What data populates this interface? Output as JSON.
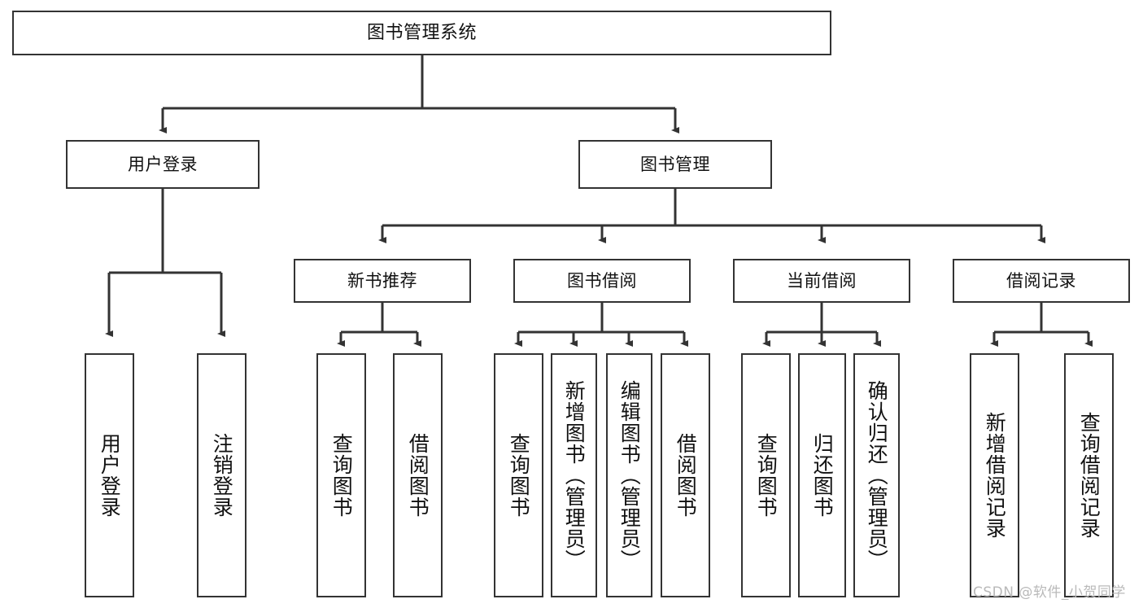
{
  "diagram": {
    "title": "图书管理系统",
    "type": "tree-hierarchy-diagram",
    "nodes": {
      "root": {
        "label": "图书管理系统"
      },
      "level2": [
        {
          "label": "用户登录"
        },
        {
          "label": "图书管理"
        }
      ],
      "level3": [
        {
          "label": "新书推荐"
        },
        {
          "label": "图书借阅"
        },
        {
          "label": "当前借阅"
        },
        {
          "label": "借阅记录"
        }
      ],
      "leaves": {
        "user_login": [
          {
            "label": "用户登录"
          },
          {
            "label": "注销登录"
          }
        ],
        "new_book_recommend": [
          {
            "label": "查询图书"
          },
          {
            "label": "借阅图书"
          }
        ],
        "book_borrow": [
          {
            "label": "查询图书"
          },
          {
            "label": "新增图书（管理员）"
          },
          {
            "label": "编辑图书（管理员）"
          },
          {
            "label": "借阅图书"
          }
        ],
        "current_borrow": [
          {
            "label": "查询图书"
          },
          {
            "label": "归还图书"
          },
          {
            "label": "确认归还（管理员）"
          }
        ],
        "borrow_record": [
          {
            "label": "新增借阅记录"
          },
          {
            "label": "查询借阅记录"
          }
        ]
      }
    },
    "watermark": "CSDN @软件_小贺同学",
    "colors": {
      "border": "#333333",
      "background": "#ffffff",
      "text": "#111111",
      "watermark": "#b9b9b9"
    }
  }
}
